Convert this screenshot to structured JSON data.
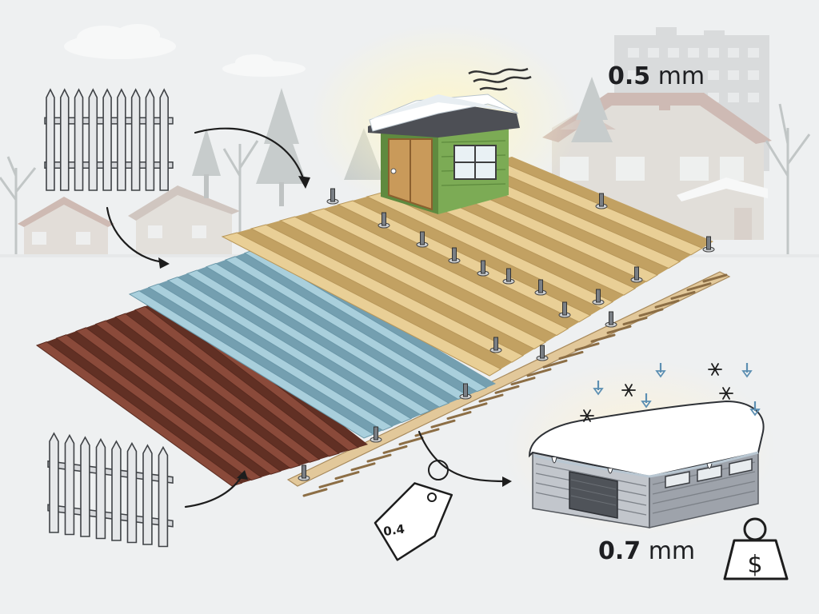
{
  "labels": {
    "thin": {
      "value": "0.5",
      "unit": "mm"
    },
    "thick": {
      "value": "0.7",
      "unit": "mm"
    },
    "price_tag": "0.4"
  },
  "icons": {
    "currency": "$"
  },
  "colors": {
    "brown_sheet": "#8a4a3a",
    "blue_sheet": "#a9cfdc",
    "tan_sheet": "#e9cf96",
    "shed_green": "#76a452",
    "garage_gray": "#a7abb2",
    "snow": "#ffffff",
    "background": "#eef0f1"
  }
}
